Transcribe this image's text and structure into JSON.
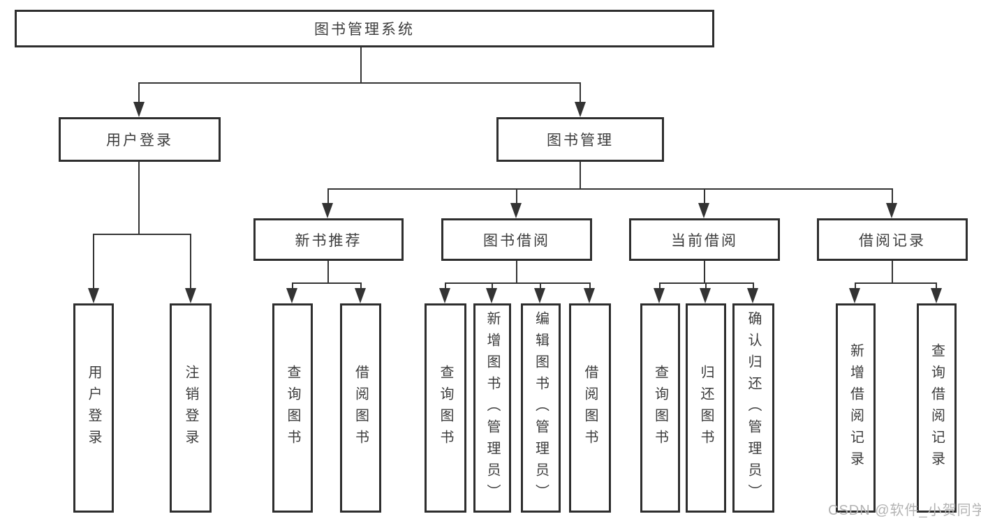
{
  "diagram_title": "图书管理系统",
  "nodes": {
    "root": "图书管理系统",
    "level2": [
      "用户登录",
      "图书管理"
    ],
    "level3": [
      "新书推荐",
      "图书借阅",
      "当前借阅",
      "借阅记录"
    ],
    "leaves_user": [
      "用户登录",
      "注销登录"
    ],
    "leaves_newbook": [
      "查询图书",
      "借阅图书"
    ],
    "leaves_borrow": [
      "查询图书",
      "新增图书（管理员）",
      "编辑图书（管理员）",
      "借阅图书"
    ],
    "leaves_current": [
      "查询图书",
      "归还图书",
      "确认归还（管理员）"
    ],
    "leaves_record": [
      "新增借阅记录",
      "查询借阅记录"
    ]
  },
  "watermark": "CSDN @软件_小贺同学",
  "colors": {
    "line": "#333333",
    "box_border": "#2e2e2e",
    "text": "#3c3c3c",
    "watermark": "#b3b3b3",
    "background": "#ffffff"
  }
}
